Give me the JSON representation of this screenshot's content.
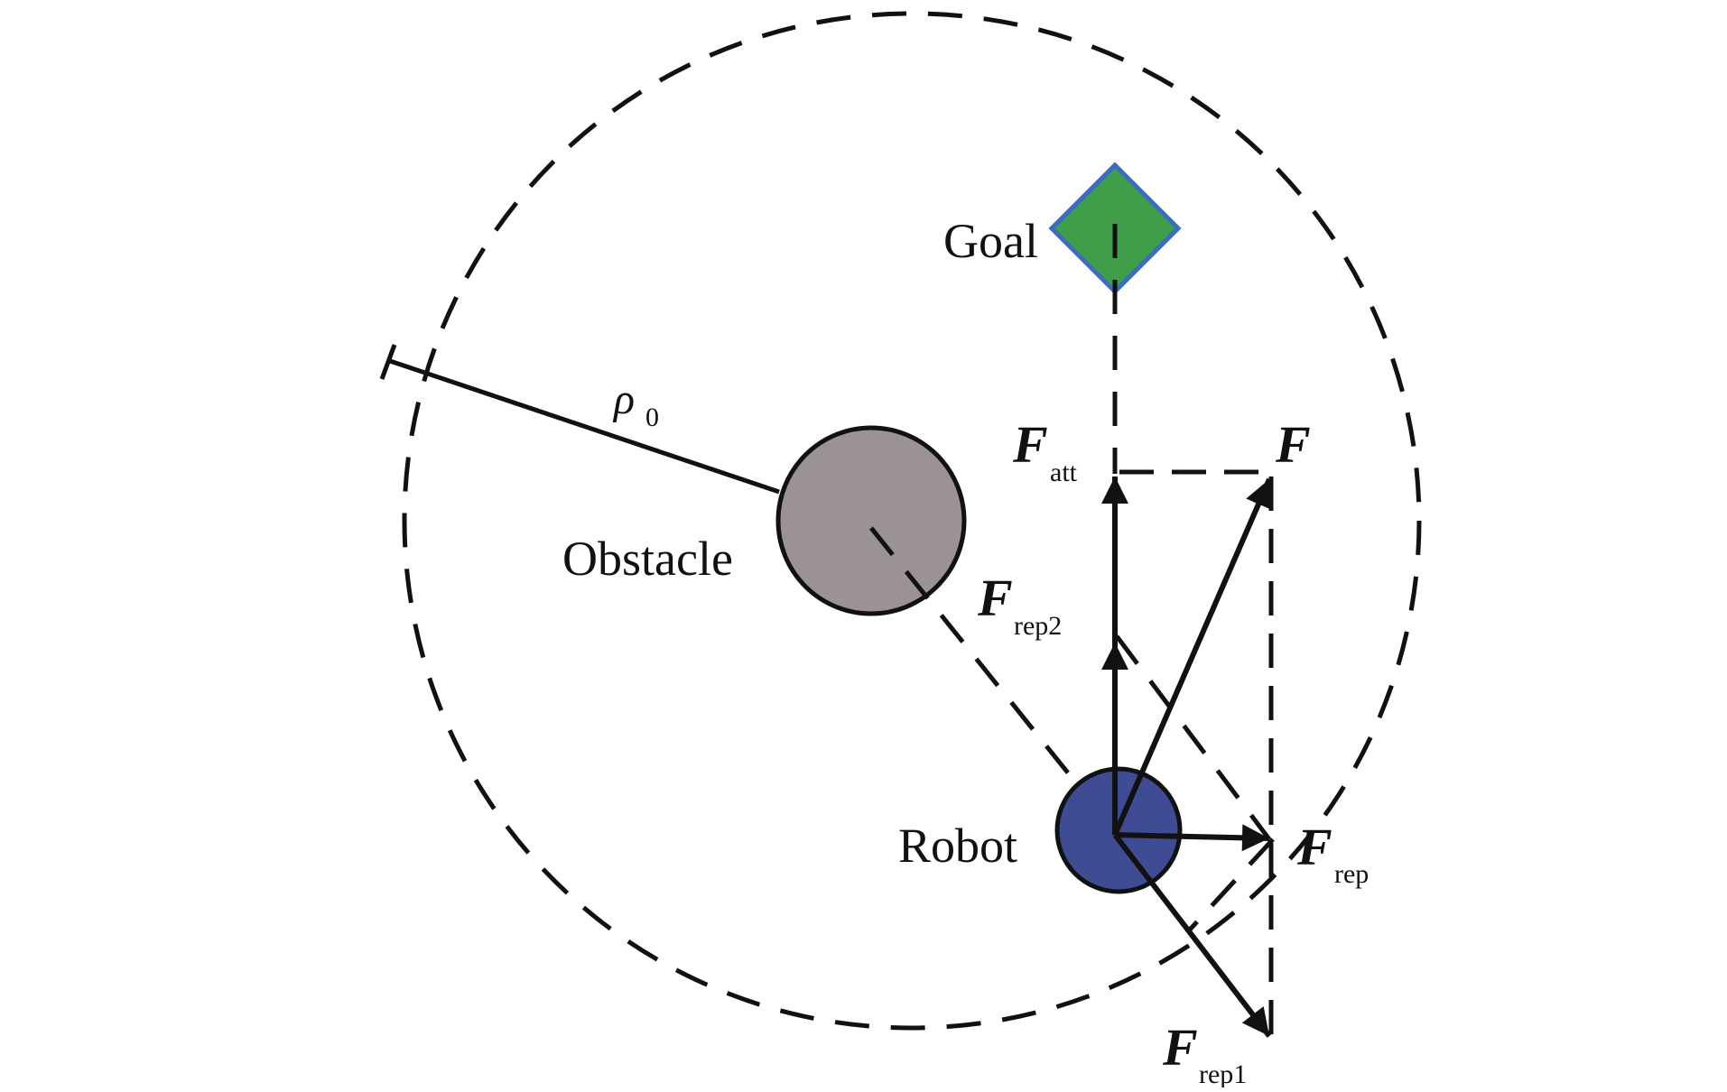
{
  "labels": {
    "goal": "Goal",
    "obstacle": "Obstacle",
    "robot": "Robot",
    "rho_symbol": "ρ",
    "rho_sub": "0",
    "force_symbol": "F",
    "f_att_sub": "att",
    "f_rep2_sub": "rep2",
    "f_rep_sub": "rep",
    "f_rep1_sub": "rep1"
  },
  "colors": {
    "goal_fill": "#3f9e4a",
    "goal_stroke": "#3a6cc0",
    "obstacle_fill": "#9b9393",
    "robot_fill": "#3d4c93",
    "line": "#111111"
  }
}
